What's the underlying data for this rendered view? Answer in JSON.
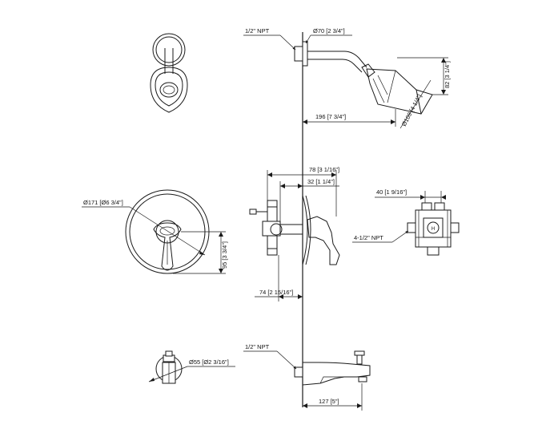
{
  "labels": {
    "npt_top": "1/2\" NPT",
    "dia_arm": "Ø70 [2 3/4\"]",
    "height_head": "82 [3 1/4\"]",
    "dia_head": "Ø109 [4 1/4\"]",
    "arm_reach": "196 [7 3/4\"]",
    "valve_depth": "78 [3 1/16\"]",
    "handle_offset": "32 [1 1/4\"]",
    "trim_depth": "74 [2 15/16\"]",
    "dia_plate": "Ø171 [Ø6 3/4\"]",
    "handle_height": "95 [3 3/4\"]",
    "rough_width": "40 [1 9/16\"]",
    "rough_npt": "4-1/2\" NPT",
    "npt_spout": "1/2\" NPT",
    "dia_spout": "Ø55 [Ø2 3/16\"]",
    "spout_reach": "127 [5\"]"
  }
}
